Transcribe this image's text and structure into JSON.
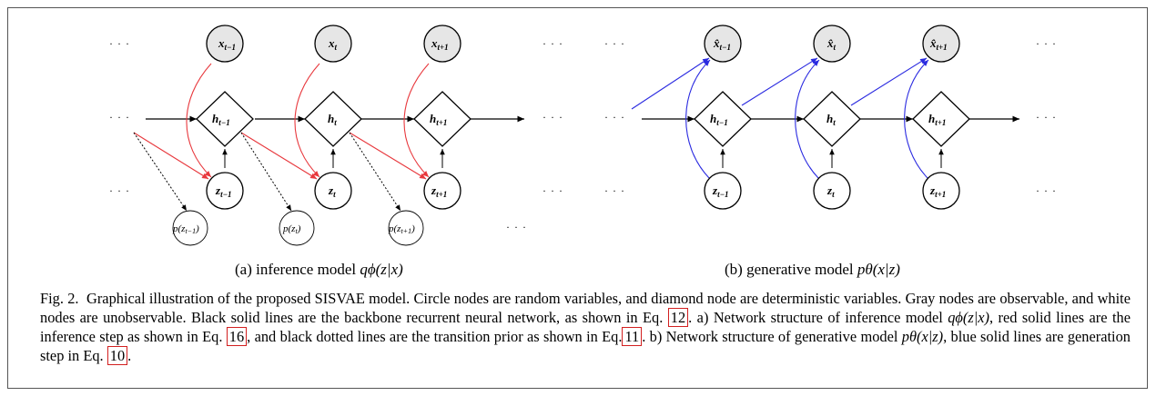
{
  "figure": {
    "ellipsis": "· · ·",
    "inference": {
      "x_nodes": [
        "x",
        "x",
        "x"
      ],
      "x_subs": [
        "t−1",
        "t",
        "t+1"
      ],
      "h_nodes": [
        "h",
        "h",
        "h"
      ],
      "h_subs": [
        "t−1",
        "t",
        "t+1"
      ],
      "z_nodes": [
        "z",
        "z",
        "z"
      ],
      "z_subs": [
        "t−1",
        "t",
        "t+1"
      ],
      "priors": [
        "p(z",
        "p(z",
        "p(z"
      ],
      "prior_subs": [
        "t−1",
        "t",
        "t+1"
      ],
      "prior_close": ")",
      "subcaption_prefix": "(a) inference model ",
      "subcaption_math": "qϕ(z|x)"
    },
    "generative": {
      "x_nodes": [
        "x̂",
        "x̂",
        "x̂"
      ],
      "x_subs": [
        "t−1",
        "t",
        "t+1"
      ],
      "h_nodes": [
        "h",
        "h",
        "h"
      ],
      "h_subs": [
        "t−1",
        "t",
        "t+1"
      ],
      "z_nodes": [
        "z",
        "z",
        "z"
      ],
      "z_subs": [
        "t−1",
        "t",
        "t+1"
      ],
      "subcaption_prefix": "(b) generative model ",
      "subcaption_math": "pθ(x|z)"
    },
    "colors": {
      "observed_fill": "#e6e6e6",
      "red_edge": "#e8383d",
      "blue_edge": "#2a2ae0",
      "ref_box": "#d21f1f"
    }
  },
  "caption": {
    "label": "Fig. 2.",
    "text1": "Graphical illustration of the proposed SISVAE model. Circle nodes are random variables, and diamond node are deterministic variables. Gray nodes are observable, and white nodes are unobservable. Black solid lines are the backbone recurrent neural network, as shown in Eq.",
    "ref1": "12",
    "text2": ". a) Network structure of inference model",
    "math1": "qϕ(z|x)",
    "text3": ", red solid lines are the inference step as shown in Eq.",
    "ref2": "16",
    "text4": ", and black dotted lines are the transition prior as shown in Eq.",
    "ref3": "11",
    "text5": ". b) Network structure of generative model",
    "math2": "pθ(x|z)",
    "text6": ", blue solid lines are generation step in Eq.",
    "ref4": "10",
    "text7": "."
  }
}
